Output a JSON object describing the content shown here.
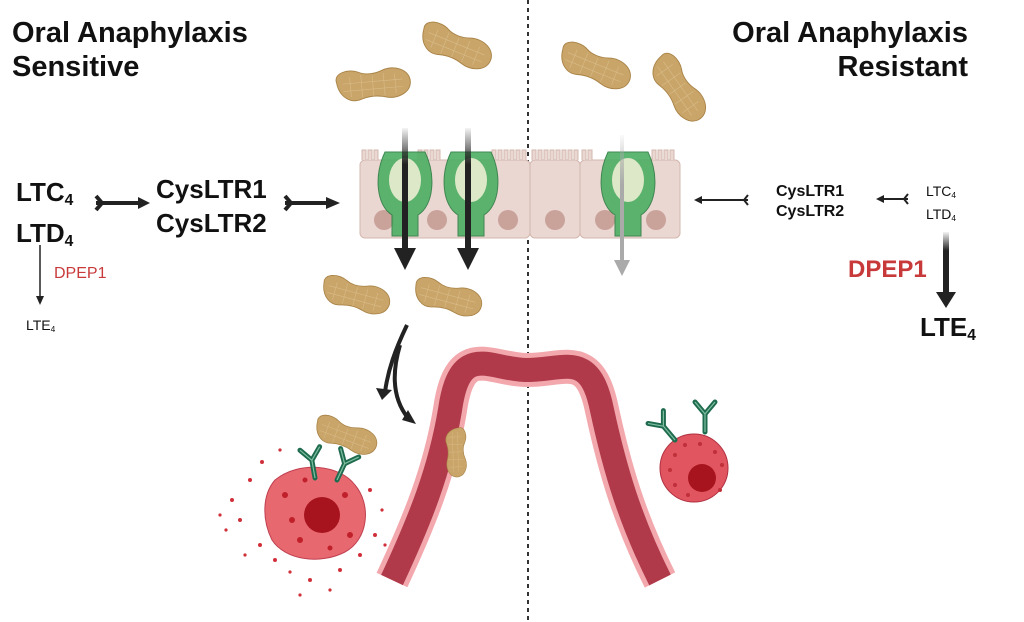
{
  "titles": {
    "left_line1": "Oral Anaphylaxis",
    "left_line2": "Sensitive",
    "right_line1": "Oral Anaphylaxis",
    "right_line2": "Resistant"
  },
  "left_pathway": {
    "ligand1": "LTC",
    "ligand2": "LTD",
    "subscript": "4",
    "receptor1": "CysLTR1",
    "receptor2": "CysLTR2",
    "enzyme": "DPEP1",
    "product": "LTE",
    "product_subscript": "4"
  },
  "right_pathway": {
    "ligand1": "LTC",
    "ligand2": "LTD",
    "subscript": "4",
    "receptor1": "CysLTR1",
    "receptor2": "CysLTR2",
    "enzyme": "DPEP1",
    "product": "LTE",
    "product_subscript": "4"
  },
  "colors": {
    "enzyme_red": "#c83a3a",
    "peanut": "#c9a56a",
    "goblet_green": "#4caf63",
    "epithelium": "#ead7d1",
    "vessel": "#b03a4a",
    "mast_cell": "#e05560",
    "antibody": "#1f6b4f"
  }
}
